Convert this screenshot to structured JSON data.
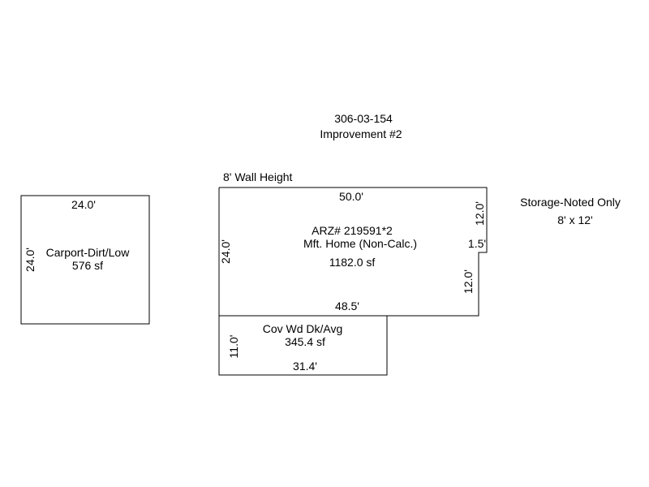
{
  "header": {
    "parcel_id": "306-03-154",
    "improvement": "Improvement #2"
  },
  "carport": {
    "top_dimension": "24.0'",
    "side_dimension": "24.0'",
    "name": "Carport-Dirt/Low",
    "area": "576 sf"
  },
  "home": {
    "wall_height": "8' Wall Height",
    "top_dimension": "50.0'",
    "left_dimension": "24.0'",
    "right_upper_dimension": "12.0'",
    "step_dimension": "1.5'",
    "right_lower_dimension": "12.0'",
    "bottom_dimension": "48.5'",
    "id_label": "ARZ# 219591*2",
    "type_label": "Mft. Home (Non-Calc.)",
    "area": "1182.0 sf"
  },
  "deck": {
    "name": "Cov Wd Dk/Avg",
    "area": "345.4 sf",
    "side_dimension": "11.0'",
    "bottom_dimension": "31.4'"
  },
  "storage": {
    "name": "Storage-Noted Only",
    "size": "8' x 12'"
  }
}
